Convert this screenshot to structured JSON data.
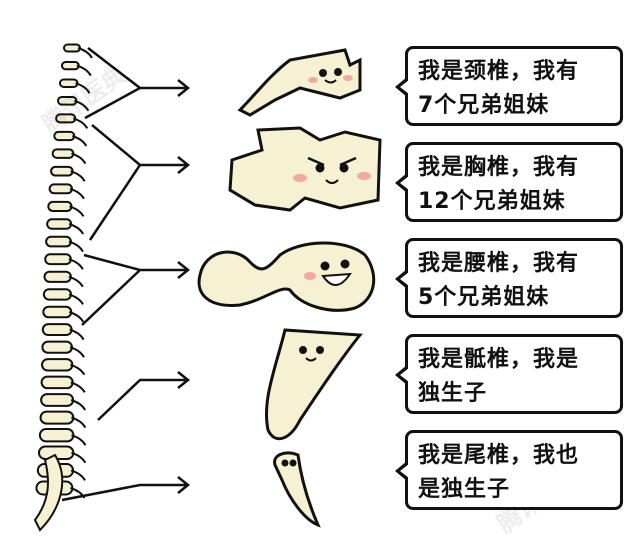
{
  "bubbles": [
    {
      "line1": "我是颈椎，我有",
      "line2": "7个兄弟姐妹"
    },
    {
      "line1": "我是胸椎，我有",
      "line2": "12个兄弟姐妹"
    },
    {
      "line1": "我是腰椎，我有",
      "line2": "5个兄弟姐妹"
    },
    {
      "line1": "我是骶椎，我是",
      "line2": "独生子"
    },
    {
      "line1": "我是尾椎，我也",
      "line2": "是独生子"
    }
  ],
  "watermark": "腾讯医典",
  "colors": {
    "bone": "#f6f1d2",
    "outline": "#111111",
    "blush": "#f4a9a0"
  }
}
